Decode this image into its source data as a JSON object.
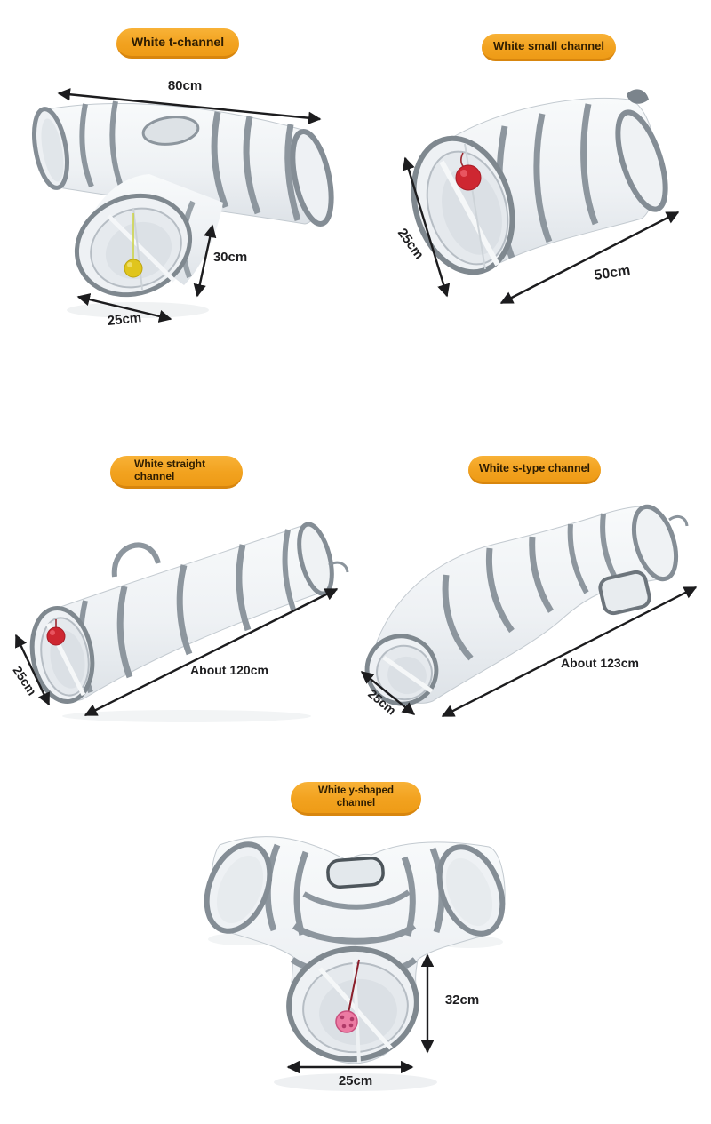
{
  "products": [
    {
      "id": "t-channel",
      "label": "White t-channel",
      "dims": {
        "length": "80cm",
        "height": "30cm",
        "width": "25cm"
      }
    },
    {
      "id": "small-channel",
      "label": "White small channel",
      "dims": {
        "diameter": "25cm",
        "length": "50cm"
      }
    },
    {
      "id": "straight-channel",
      "label": "White straight channel",
      "dims": {
        "diameter": "25cm",
        "length": "About 120cm"
      }
    },
    {
      "id": "s-type-channel",
      "label": "White s-type channel",
      "dims": {
        "diameter": "25cm",
        "length": "About 123cm"
      }
    },
    {
      "id": "y-shaped-channel",
      "label": "White y-shaped channel",
      "dims": {
        "height": "32cm",
        "width": "25cm"
      }
    }
  ],
  "colors": {
    "badge": "#F3A427",
    "badge_edge": "#D8860E",
    "badge_text": "#2E1D02",
    "arrow": "#1C1C1E",
    "tunnel_rim": "#7E878F",
    "tunnel_band": "#8D969E",
    "ball_yellow": "#E0C51D",
    "ball_red": "#CE2731",
    "ball_pink": "#EC7BA3"
  }
}
